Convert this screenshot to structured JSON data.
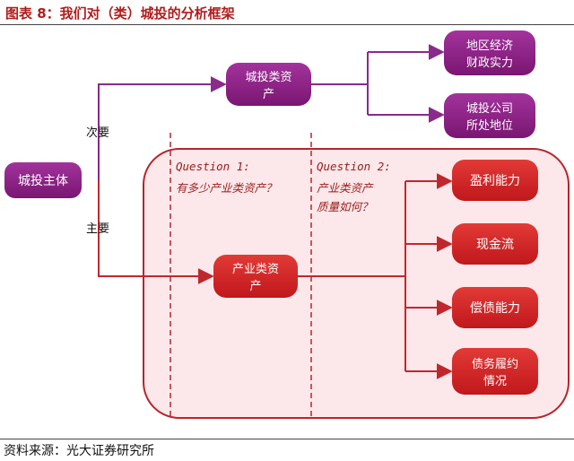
{
  "figure": {
    "title": "图表 8：我们对（类）城投的分析框架",
    "source": "资料来源：光大证券研究所"
  },
  "colors": {
    "title": "#b01c1c",
    "purple_node": "#8b1e85",
    "purple_line": "#8a2a8a",
    "red_node": "#d32222",
    "red_line": "#c0272d",
    "region_fill": "#fbe4e6",
    "region_border": "#b8242b"
  },
  "diagram": {
    "root_node": "城投主体",
    "branch_secondary_label": "次要",
    "branch_primary_label": "主要",
    "secondary_node": [
      "城投类资",
      "产"
    ],
    "secondary_targets": [
      [
        "地区经济",
        "财政实力"
      ],
      [
        "城投公司",
        "所处地位"
      ]
    ],
    "primary_node": [
      "产业类资",
      "产"
    ],
    "question_1": {
      "title": "Question 1:",
      "text": "有多少产业类资产？"
    },
    "question_2": {
      "title": "Question 2:",
      "text": [
        "产业类资产",
        "质量如何？"
      ]
    },
    "primary_targets": [
      [
        "盈利能力"
      ],
      [
        "现金流"
      ],
      [
        "偿债能力"
      ],
      [
        "债务履约",
        "情况"
      ]
    ]
  }
}
